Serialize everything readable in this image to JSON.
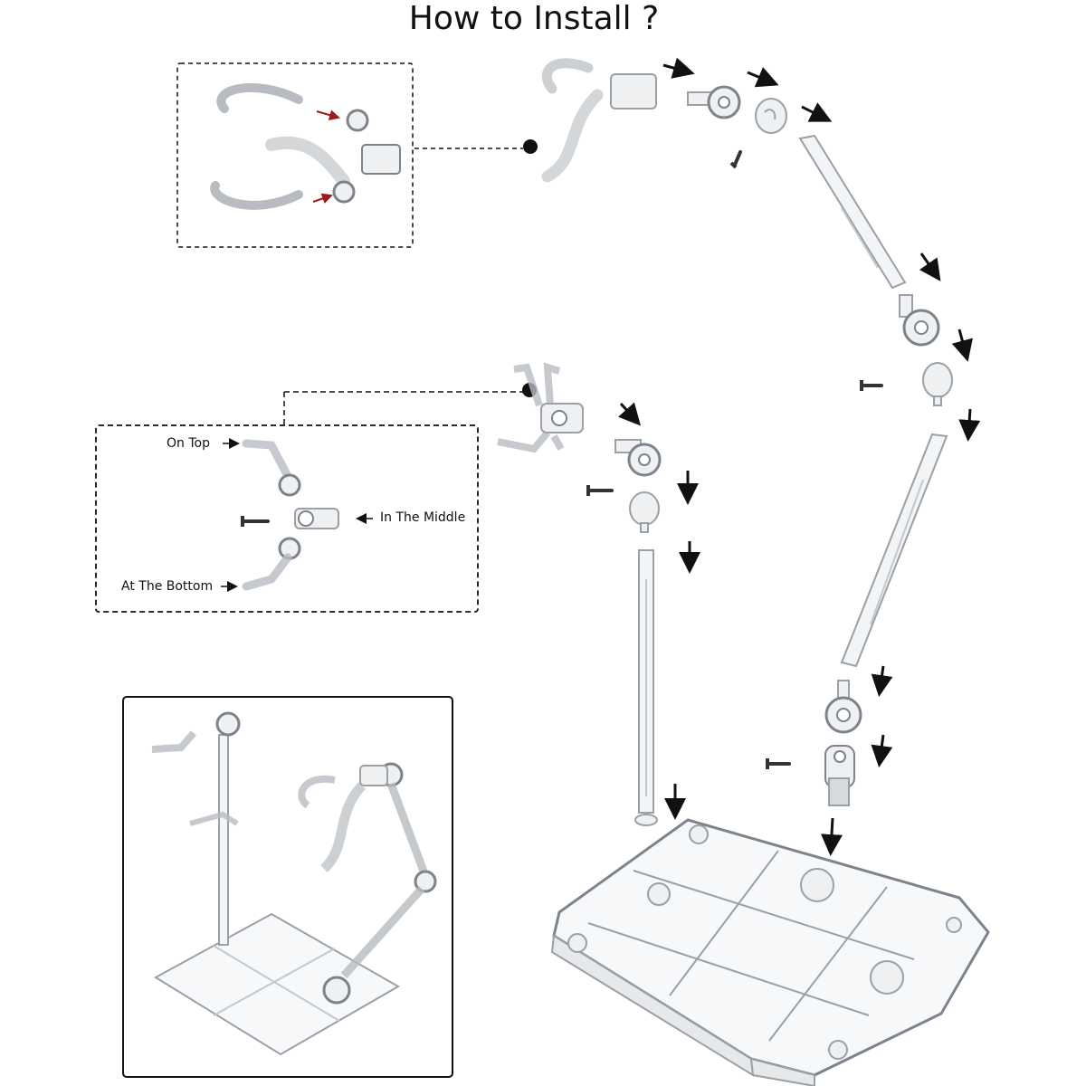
{
  "title": "How to Install ?",
  "labels": {
    "on_top": "On Top",
    "in_the_middle": "In The Middle",
    "at_the_bottom": "At The Bottom"
  },
  "colors": {
    "part_stroke": "#9aa0a6",
    "part_fill": "#eef0f2",
    "arrow": "#111111",
    "red_arrow": "#9b1b1b",
    "frame": "#111111"
  }
}
